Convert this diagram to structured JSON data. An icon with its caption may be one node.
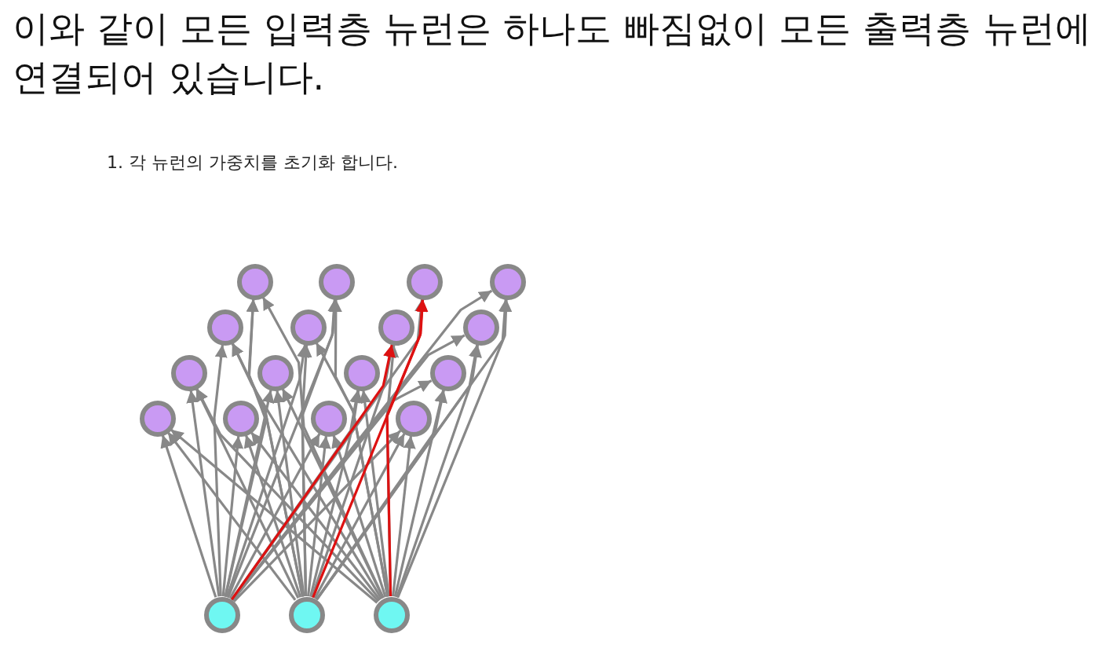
{
  "diagram": {
    "title": "이와 같이 모든 입력층 뉴런은 하나도 빠짐없이 모든 출력층 뉴런에 연결되어 있습니다.",
    "nodes": [
      {
        "text": [],
        "shape": "circle"
      },
      {
        "text": [],
        "shape": "circle"
      },
      {
        "text": [],
        "shape": "circle"
      },
      {
        "text": [],
        "shape": "circle"
      },
      {
        "text": [],
        "shape": "circle"
      },
      {
        "text": [],
        "shape": "circle"
      },
      {
        "text": [],
        "shape": "circle"
      },
      {
        "text": [],
        "shape": "circle"
      },
      {
        "text": [],
        "shape": "circle"
      },
      {
        "text": [],
        "shape": "circle"
      },
      {
        "text": [],
        "shape": "circle"
      },
      {
        "text": [],
        "shape": "circle"
      },
      {
        "text": [],
        "shape": "circle"
      },
      {
        "text": [],
        "shape": "circle"
      },
      {
        "text": [],
        "shape": "circle"
      },
      {
        "text": [],
        "shape": "circle"
      },
      {
        "text": [],
        "shape": "circle"
      },
      {
        "text": [],
        "shape": "circle"
      },
      {
        "text": [],
        "shape": "circle"
      }
    ],
    "edges": [
      {
        "from": 16,
        "to": 0,
        "arrow": "to"
      },
      {
        "from": 16,
        "to": 1,
        "arrow": "to"
      },
      {
        "from": 16,
        "to": 2,
        "arrow": "to"
      },
      {
        "from": 16,
        "to": 3,
        "arrow": "to"
      },
      {
        "from": 16,
        "to": 4,
        "arrow": "to"
      },
      {
        "from": 16,
        "to": 5,
        "arrow": "to"
      },
      {
        "from": 16,
        "to": 6,
        "arrow": "to",
        "color": "#dd1111"
      },
      {
        "from": 16,
        "to": 7,
        "arrow": "to"
      },
      {
        "from": 16,
        "to": 8,
        "arrow": "to"
      },
      {
        "from": 16,
        "to": 9,
        "arrow": "to"
      },
      {
        "from": 16,
        "to": 10,
        "arrow": "to"
      },
      {
        "from": 16,
        "to": 11,
        "arrow": "to"
      },
      {
        "from": 16,
        "to": 12,
        "arrow": "to"
      },
      {
        "from": 16,
        "to": 13,
        "arrow": "to"
      },
      {
        "from": 16,
        "to": 14,
        "arrow": "to"
      },
      {
        "from": 16,
        "to": 15,
        "arrow": "to"
      },
      {
        "from": 17,
        "to": 0,
        "arrow": "to"
      },
      {
        "from": 17,
        "to": 1,
        "arrow": "to"
      },
      {
        "from": 17,
        "to": 2,
        "arrow": "to",
        "color": "#dd1111"
      },
      {
        "from": 17,
        "to": 3,
        "arrow": "to"
      },
      {
        "from": 17,
        "to": 4,
        "arrow": "to"
      },
      {
        "from": 17,
        "to": 5,
        "arrow": "to"
      },
      {
        "from": 17,
        "to": 6,
        "arrow": "to"
      },
      {
        "from": 17,
        "to": 7,
        "arrow": "to"
      },
      {
        "from": 17,
        "to": 8,
        "arrow": "to"
      },
      {
        "from": 17,
        "to": 9,
        "arrow": "to"
      },
      {
        "from": 17,
        "to": 10,
        "arrow": "to"
      },
      {
        "from": 17,
        "to": 11,
        "arrow": "to"
      },
      {
        "from": 17,
        "to": 12,
        "arrow": "to"
      },
      {
        "from": 17,
        "to": 13,
        "arrow": "to"
      },
      {
        "from": 17,
        "to": 14,
        "arrow": "to"
      },
      {
        "from": 17,
        "to": 15,
        "arrow": "to"
      },
      {
        "from": 18,
        "to": 0,
        "arrow": "to"
      },
      {
        "from": 18,
        "to": 1,
        "arrow": "to"
      },
      {
        "from": 18,
        "to": 2,
        "arrow": "to",
        "color": "#dd1111"
      },
      {
        "from": 18,
        "to": 3,
        "arrow": "to"
      },
      {
        "from": 18,
        "to": 4,
        "arrow": "to"
      },
      {
        "from": 18,
        "to": 5,
        "arrow": "to"
      },
      {
        "from": 18,
        "to": 6,
        "arrow": "to"
      },
      {
        "from": 18,
        "to": 7,
        "arrow": "to"
      },
      {
        "from": 18,
        "to": 8,
        "arrow": "to"
      },
      {
        "from": 18,
        "to": 9,
        "arrow": "to"
      },
      {
        "from": 18,
        "to": 10,
        "arrow": "to"
      },
      {
        "from": 18,
        "to": 11,
        "arrow": "to"
      },
      {
        "from": 18,
        "to": 12,
        "arrow": "to"
      },
      {
        "from": 18,
        "to": 13,
        "arrow": "to"
      },
      {
        "from": 18,
        "to": 14,
        "arrow": "to"
      },
      {
        "from": 18,
        "to": 15,
        "arrow": "to"
      }
    ],
    "labels": [
      "1. 각 뉴런의 가중치를 초기화 합니다."
    ]
  }
}
